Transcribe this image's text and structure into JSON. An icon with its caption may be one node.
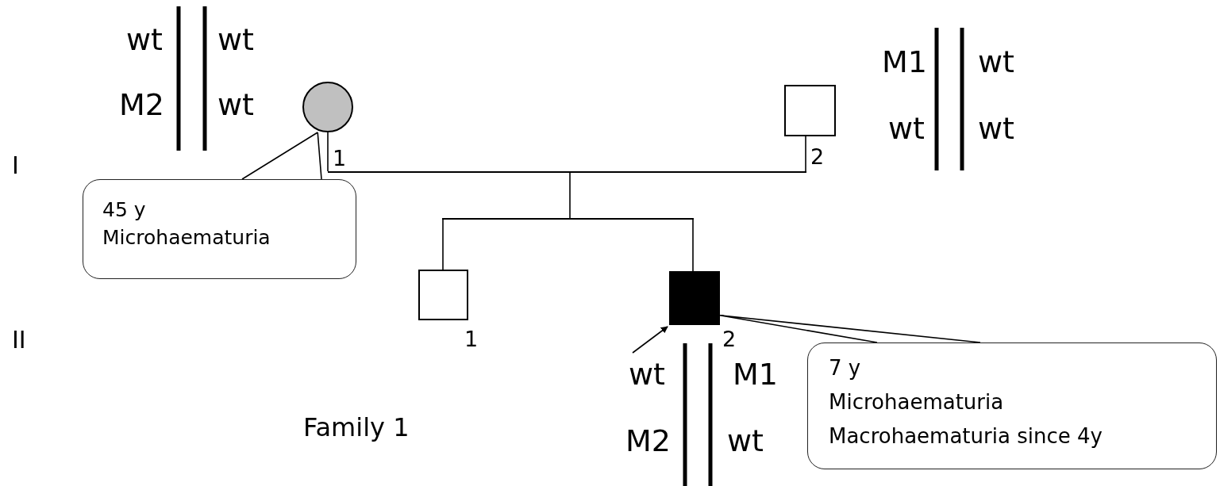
{
  "diagram": {
    "caption": "Family 1",
    "nodes": [
      {
        "text": [],
        "shape": "circle",
        "beside": [
          "1"
        ]
      },
      {
        "text": [],
        "shape": "box",
        "beside": [
          "2"
        ]
      },
      {
        "text": [],
        "shape": "bar"
      },
      {
        "text": [
          "45 y",
          "Microhaematuria"
        ]
      },
      {
        "text": [],
        "shape": "bar"
      },
      {
        "text": [],
        "shape": "box",
        "beside": [
          "1"
        ]
      },
      {
        "text": [],
        "shape": "box",
        "beside": [
          "2"
        ]
      },
      {
        "text": [
          "7 y",
          "Microhaematuria",
          "Macrohaematuria since 4y"
        ]
      }
    ],
    "edges": [
      {
        "from": 0,
        "to": 2,
        "arrow": "none"
      },
      {
        "from": 1,
        "to": 2,
        "arrow": "none"
      },
      {
        "from": 2,
        "to": 4,
        "arrow": "none"
      },
      {
        "from": 4,
        "to": 5,
        "arrow": "none"
      },
      {
        "from": 4,
        "to": 6,
        "arrow": "none"
      },
      {
        "from": 3,
        "to": 0,
        "arrow": "none"
      },
      {
        "from": 7,
        "to": 6,
        "arrow": "none"
      },
      {
        "from": null,
        "to": 6,
        "arrow": "to"
      }
    ],
    "labels": [
      "wt",
      "wt",
      "M2",
      "wt",
      "M1",
      "wt",
      "wt",
      "wt",
      "I",
      "II",
      "wt",
      "M1",
      "M2",
      "wt"
    ]
  }
}
